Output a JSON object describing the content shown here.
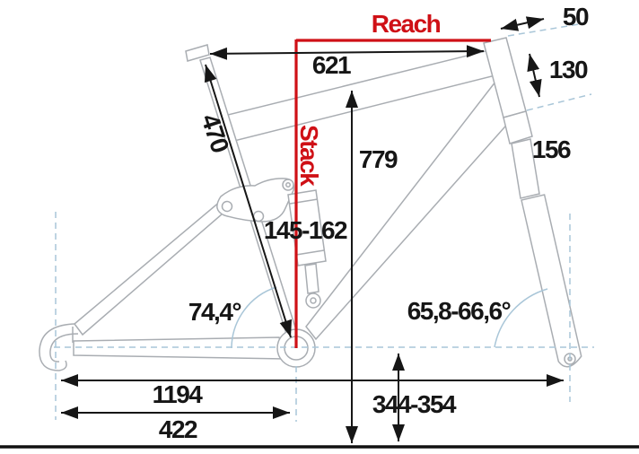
{
  "diagram": {
    "labels": {
      "reach": "Reach",
      "stack": "Stack"
    },
    "measurements": {
      "effective_top_tube": "621",
      "seat_tube": "470",
      "stem": "50",
      "head_tube": "130",
      "fork": "156",
      "overall_height": "779",
      "shock_travel": "145-162",
      "seat_angle": "74,4°",
      "head_angle": "65,8-66,6°",
      "wheelbase": "1194",
      "chainstay": "422",
      "bb_height": "344-354"
    },
    "colors": {
      "highlight_red": "#cf1016",
      "frame_gray": "#a9adb2",
      "construction_blue": "#a9c6d8",
      "dimension_black": "#161616"
    }
  }
}
